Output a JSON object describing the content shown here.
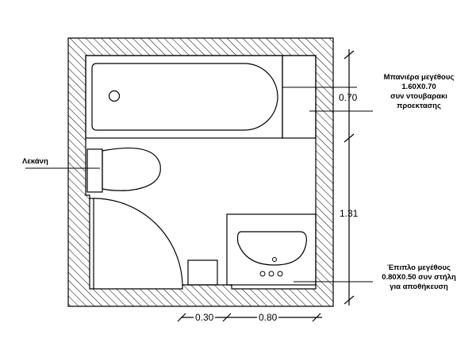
{
  "labels": {
    "bathtub": [
      "Μπανιέρα μεγέθους",
      "1.60Χ0.70",
      "συν ντουβαρακι",
      "προεκτασης"
    ],
    "toilet": "Λεκάνη",
    "cabinet": [
      "Έπιπλο μεγέθους",
      "0.80Χ0.50 συν στήλη",
      "για αποθήκευση"
    ]
  },
  "dimensions": {
    "tub_depth": "0.70",
    "room_depth": "1.31",
    "bottom_left": "0.30",
    "bottom_right": "0.80"
  },
  "colors": {
    "line": "#000000",
    "hatch": "#000000",
    "background": "#ffffff"
  }
}
